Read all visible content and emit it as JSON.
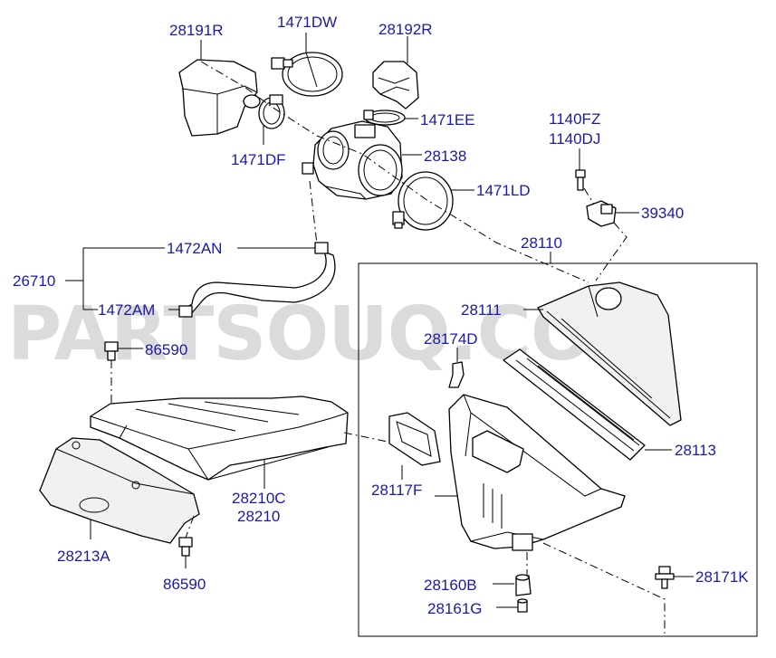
{
  "watermark": "PARTSOUQ.COM",
  "labels": {
    "p28191R": "28191R",
    "p1471DW": "1471DW",
    "p28192R": "28192R",
    "p1471EE": "1471EE",
    "p1471DF": "1471DF",
    "p28138": "28138",
    "p1471LD": "1471LD",
    "p1140FZ": "1140FZ",
    "p1140DJ": "1140DJ",
    "p39340": "39340",
    "p1472AN": "1472AN",
    "p28110": "28110",
    "p26710": "26710",
    "p1472AM": "1472AM",
    "p28111": "28111",
    "p86590a": "86590",
    "p28174D": "28174D",
    "p28113": "28113",
    "p28117F": "28117F",
    "p28210C": "28210C",
    "p28210": "28210",
    "p28213A": "28213A",
    "p28160B": "28160B",
    "p28171K": "28171K",
    "p86590b": "86590",
    "p28161G": "28161G"
  }
}
